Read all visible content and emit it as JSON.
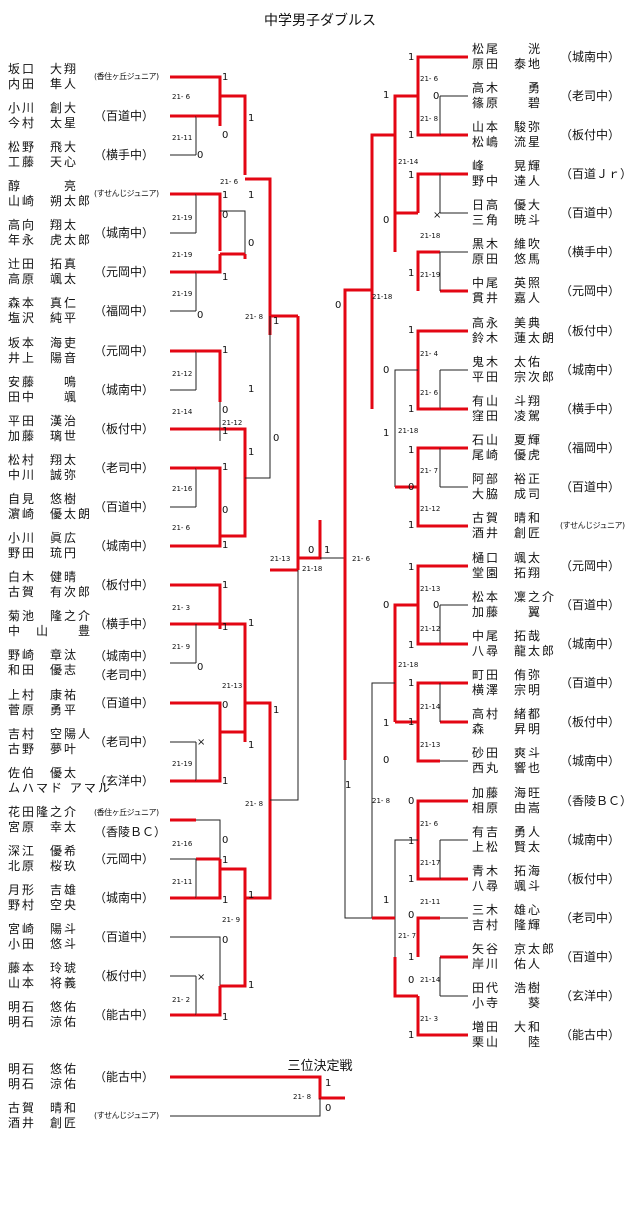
{
  "title": "中学男子ダブルス",
  "third_place_title": "三位決定戦",
  "left_entries": [
    {
      "p1": "坂口　大翔",
      "p2": "内田　隼人",
      "team": "(香住ヶ丘ジュニア)",
      "small": true
    },
    {
      "p1": "小川　創大",
      "p2": "今村　太星",
      "team": "（百道中）"
    },
    {
      "p1": "松野　飛大",
      "p2": "工藤　天心",
      "team": "（横手中）"
    },
    {
      "p1": "醇　　　亮",
      "p2": "山崎　朔太郎",
      "team": "(すせんじジュニア)",
      "small": true
    },
    {
      "p1": "高向　翔太",
      "p2": "年永　虎太郎",
      "team": "（城南中）"
    },
    {
      "p1": "辻田　拓真",
      "p2": "高原　颯太",
      "team": "（元岡中）"
    },
    {
      "p1": "森本　真仁",
      "p2": "塩沢　純平",
      "team": "（福岡中）"
    },
    {
      "p1": "坂本　海吏",
      "p2": "井上　陽音",
      "team": "（元岡中）"
    },
    {
      "p1": "安藤　　鳴",
      "p2": "田中　　颯",
      "team": "（城南中）"
    },
    {
      "p1": "平田　漢治",
      "p2": "加藤　璃世",
      "team": "（板付中）"
    },
    {
      "p1": "松村　翔太",
      "p2": "中川　誠弥",
      "team": "（老司中）"
    },
    {
      "p1": "自見　悠樹",
      "p2": "濵崎　優太朗",
      "team": "（百道中）"
    },
    {
      "p1": "小川　眞広",
      "p2": "野田　琉円",
      "team": "（城南中）"
    },
    {
      "p1": "白木　健晴",
      "p2": "古賀　有次郎",
      "team": "（板付中）"
    },
    {
      "p1": "菊池　隆之介",
      "p2": "中　山　　豊",
      "team": "（横手中）"
    },
    {
      "p1": "野崎　章汰",
      "p2": "和田　優志",
      "team": "（城南中）",
      "team2": "（老司中）"
    },
    {
      "p1": "上村　康祐",
      "p2": "菅原　勇平",
      "team": "（百道中）"
    },
    {
      "p1": "吉村　空陽人",
      "p2": "古野　夢叶",
      "team": "（老司中）"
    },
    {
      "p1": "佐伯　優太",
      "p2": "ムハマド アマル",
      "team": "（玄洋中）"
    },
    {
      "p1": "花田隆之介",
      "p2": "宮原　幸太",
      "team": "(香住ヶ丘ジュニア)",
      "small": true,
      "team2": "（香陵ＢＣ）"
    },
    {
      "p1": "深江　優希",
      "p2": "北原　桜玖",
      "team": "（元岡中）"
    },
    {
      "p1": "月形　吉雄",
      "p2": "野村　空央",
      "team": "（城南中）"
    },
    {
      "p1": "宮崎　陽斗",
      "p2": "小田　悠斗",
      "team": "（百道中）"
    },
    {
      "p1": "藤本　玲琥",
      "p2": "山本　将義",
      "team": "（板付中）"
    },
    {
      "p1": "明石　悠佑",
      "p2": "明石　涼佑",
      "team": "（能古中）"
    }
  ],
  "right_entries": [
    {
      "p1": "松尾　　洸",
      "p2": "原田　泰地",
      "team": "（城南中）"
    },
    {
      "p1": "高木　　勇",
      "p2": "篠原　　碧",
      "team": "（老司中）"
    },
    {
      "p1": "山本　駿弥",
      "p2": "松嶋　流星",
      "team": "（板付中）"
    },
    {
      "p1": "峰　　晃輝",
      "p2": "野中　達人",
      "team": "（百道Ｊｒ）"
    },
    {
      "p1": "日高　優大",
      "p2": "三角　暁斗",
      "team": "（百道中）"
    },
    {
      "p1": "黒木　維吹",
      "p2": "原田　悠馬",
      "team": "（横手中）"
    },
    {
      "p1": "中尾　英照",
      "p2": "貫井　嘉人",
      "team": "（元岡中）"
    },
    {
      "p1": "高永　美典",
      "p2": "鈴木　蓮太朗",
      "team": "（板付中）"
    },
    {
      "p1": "鬼木　太佑",
      "p2": "平田　宗次郎",
      "team": "（城南中）"
    },
    {
      "p1": "有山　斗翔",
      "p2": "窪田　凌駕",
      "team": "（横手中）"
    },
    {
      "p1": "石山　夏輝",
      "p2": "尾崎　優虎",
      "team": "（福岡中）"
    },
    {
      "p1": "阿部　裕正",
      "p2": "大脇　成司",
      "team": "（百道中）"
    },
    {
      "p1": "古賀　晴和",
      "p2": "酒井　創匠",
      "team": "(すせんじジュニア)",
      "small": true
    },
    {
      "p1": "樋口　颯太",
      "p2": "堂園　拓翔",
      "team": "（元岡中）"
    },
    {
      "p1": "松本　凜之介",
      "p2": "加藤　　翼",
      "team": "（百道中）"
    },
    {
      "p1": "中尾　拓哉",
      "p2": "八尋　龍太郎",
      "team": "（城南中）"
    },
    {
      "p1": "町田　侑弥",
      "p2": "横澤　宗明",
      "team": "（百道中）"
    },
    {
      "p1": "高村　緒都",
      "p2": "森　　昇明",
      "team": "（板付中）"
    },
    {
      "p1": "砂田　爽斗",
      "p2": "西丸　響也",
      "team": "（城南中）"
    },
    {
      "p1": "加藤　海旺",
      "p2": "相原　由嵩",
      "team": "（香陵ＢＣ）"
    },
    {
      "p1": "有吉　勇人",
      "p2": "上松　賢太",
      "team": "（城南中）"
    },
    {
      "p1": "青木　拓海",
      "p2": "八尋　颯斗",
      "team": "（板付中）"
    },
    {
      "p1": "三木　雄心",
      "p2": "吉村　隆輝",
      "team": "（老司中）"
    },
    {
      "p1": "矢谷　京太郎",
      "p2": "岸川　佑人",
      "team": "（百道中）"
    },
    {
      "p1": "田代　浩樹",
      "p2": "小寺　　葵",
      "team": "（玄洋中）"
    },
    {
      "p1": "増田　大和",
      "p2": "栗山　　陸",
      "team": "（能古中）"
    }
  ],
  "third_entries": [
    {
      "p1": "明石　悠佑",
      "p2": "明石　涼佑",
      "team": "（能古中）"
    },
    {
      "p1": "古賀　晴和",
      "p2": "酒井　創匠",
      "team": "(すせんじジュニア)",
      "small": true
    }
  ],
  "marks": {
    "win": "1",
    "lose": "0",
    "walkover": "×"
  },
  "scores": {
    "l1": "21- 6",
    "l2": "21-11",
    "l3": "21- 6",
    "l4": "21-19",
    "l5": "21-19",
    "l6": "21-19",
    "l7": "21- 8",
    "l8": "21-12",
    "l9": "21-14",
    "l10": "21-12",
    "l11": "21-16",
    "l12": "21- 6",
    "l13": "21- 3",
    "l14": "21- 9",
    "l15": "21-13",
    "l16": "21-19",
    "l17": "21- 8",
    "l18": "21-16",
    "l19": "21-11",
    "l20": "21- 9",
    "l21": "21- 2",
    "l22": "21-13",
    "r1": "21- 6",
    "r2": "21- 8",
    "r3": "21-14",
    "r4": "21-18",
    "r5": "21-19",
    "r6": "21-18",
    "r7": "21- 4",
    "r8": "21- 6",
    "r9": "21-18",
    "r10": "21- 7",
    "r11": "21-12",
    "r12": "21- 6",
    "r13": "21-13",
    "r14": "21-12",
    "r15": "21-18",
    "r16": "21-14",
    "r17": "21-13",
    "r18": "21- 8",
    "r19": "21- 6",
    "r20": "21-17",
    "r21": "21-11",
    "r22": "21- 7",
    "r23": "21-14",
    "r24": "21- 3",
    "final": "21-18",
    "t3": "21- 8"
  }
}
